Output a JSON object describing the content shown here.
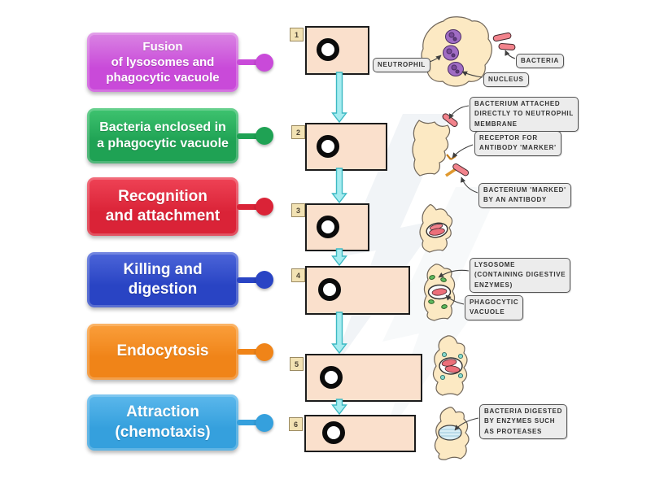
{
  "cards": [
    {
      "label": "Fusion\nof lysosomes and\nphagocytic vacuole",
      "color_light": "#da85e3",
      "color": "#c94ad9"
    },
    {
      "label": "Bacteria enclosed in\na phagocytic vacuole",
      "color_light": "#3fc470",
      "color": "#1fa254"
    },
    {
      "label": "Recognition\nand attachment",
      "color_light": "#ef4356",
      "color": "#da2337"
    },
    {
      "label": "Killing and\ndigestion",
      "color_light": "#4d66d9",
      "color": "#2944c4"
    },
    {
      "label": "Endocytosis",
      "color_light": "#fa9f3c",
      "color": "#f08418"
    },
    {
      "label": "Attraction\n(chemotaxis)",
      "color_light": "#5cb8ec",
      "color": "#35a0dd"
    }
  ],
  "steps": [
    {
      "number": "1"
    },
    {
      "number": "2"
    },
    {
      "number": "3"
    },
    {
      "number": "4"
    },
    {
      "number": "5"
    },
    {
      "number": "6"
    }
  ],
  "annotations": {
    "neutrophil": "NEUTROPHIL",
    "bacteria": "BACTERIA",
    "nucleus": "NUCLEUS",
    "bacterium_attached": "BACTERIUM ATTACHED\nDIRECTLY TO NEUTROPHIL\nMEMBRANE",
    "receptor": "RECEPTOR FOR\nANTIBODY 'MARKER'",
    "bacterium_marked": "BACTERIUM 'MARKED'\nBY AN ANTIBODY",
    "lysosome": "LYSOSOME\n(CONTAINING DIGESTIVE\nENZYMES)",
    "phagocytic_vacuole": "PHAGOCYTIC\nVACUOLE",
    "bacteria_digested": "BACTERIA DIGESTED\nBY ENZYMES SUCH\nAS PROTEASES"
  },
  "colors": {
    "box_fill": "#fae0cc",
    "arrow_fill": "#a5ecf0",
    "arrow_stroke": "#3db9c3",
    "cell_fill": "#fce9c3",
    "bacteria_fill": "#f2838c",
    "nucleus_fill": "#a06cc4"
  }
}
